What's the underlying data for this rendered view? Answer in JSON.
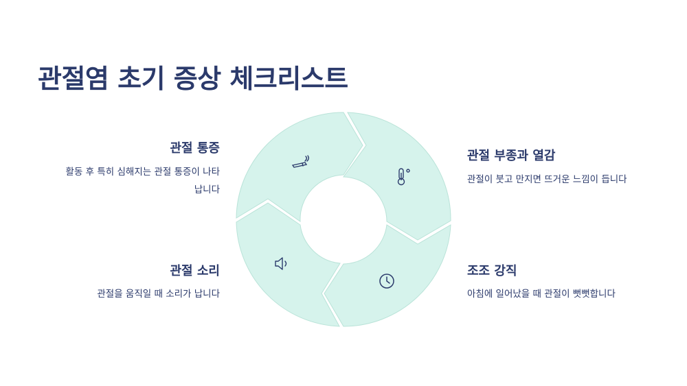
{
  "title": "관절염 초기 증상 체크리스트",
  "colors": {
    "segment_fill": "#d6f3ec",
    "segment_stroke": "#b9e3d8",
    "text": "#2b3a6b"
  },
  "items": [
    {
      "id": "tl",
      "heading": "관절 통증",
      "description": "활동 후 특히 심해지는 관절 통증이 나타",
      "description2": "납니다",
      "icon": "cigarette-icon"
    },
    {
      "id": "tr",
      "heading": "관절 부종과 열감",
      "description": "관절이 붓고 만지면 뜨거운 느낌이 듭니다",
      "icon": "thermometer-icon"
    },
    {
      "id": "br",
      "heading": "조조 강직",
      "description": "아침에 일어났을 때 관절이 뻣뻣합니다",
      "icon": "clock-icon"
    },
    {
      "id": "bl",
      "heading": "관절 소리",
      "description": "관절을 움직일 때 소리가 납니다",
      "icon": "speaker-icon"
    }
  ]
}
